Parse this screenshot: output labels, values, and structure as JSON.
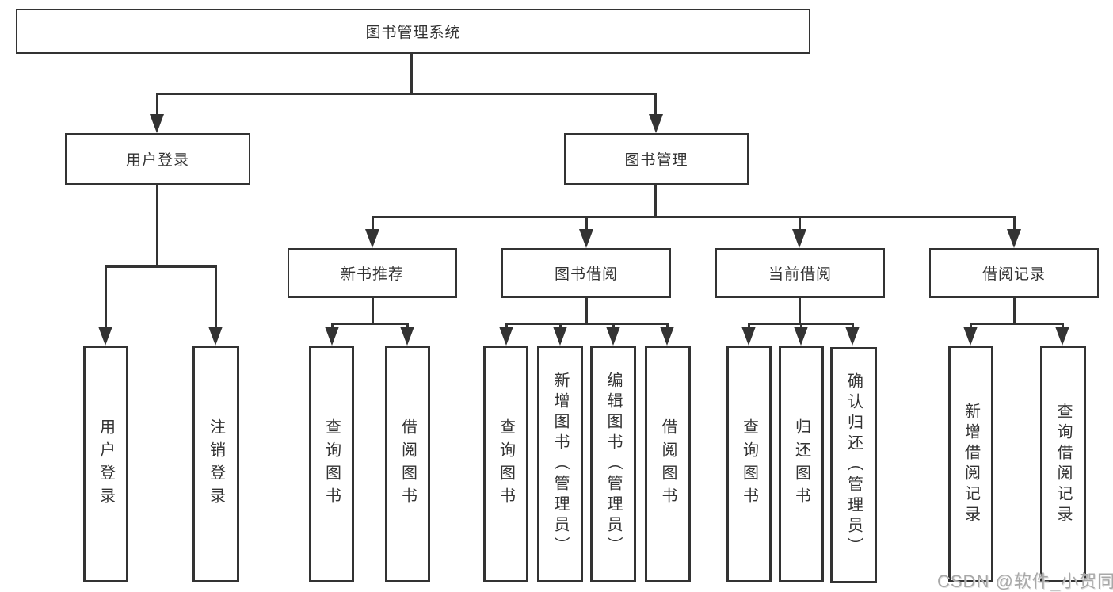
{
  "colors": {
    "line": "#333333",
    "background": "#ffffff",
    "watermark_text": "#a8a8a8"
  },
  "watermark": "CSDN @软件_小贺同学",
  "tree": {
    "root": {
      "label": "图书管理系统"
    },
    "branches": [
      {
        "label": "用户登录",
        "children": [
          {
            "label": "用户登录"
          },
          {
            "label": "注销登录"
          }
        ]
      },
      {
        "label": "图书管理",
        "children": [
          {
            "label": "新书推荐",
            "children": [
              {
                "label": "查询图书"
              },
              {
                "label": "借阅图书"
              }
            ]
          },
          {
            "label": "图书借阅",
            "children": [
              {
                "label": "查询图书"
              },
              {
                "label": "新增图书（管理员）"
              },
              {
                "label": "编辑图书（管理员）"
              },
              {
                "label": "借阅图书"
              }
            ]
          },
          {
            "label": "当前借阅",
            "children": [
              {
                "label": "查询图书"
              },
              {
                "label": "归还图书"
              },
              {
                "label": "确认归还（管理员）"
              }
            ]
          },
          {
            "label": "借阅记录",
            "children": [
              {
                "label": "新增借阅记录"
              },
              {
                "label": "查询借阅记录"
              }
            ]
          }
        ]
      }
    ]
  }
}
